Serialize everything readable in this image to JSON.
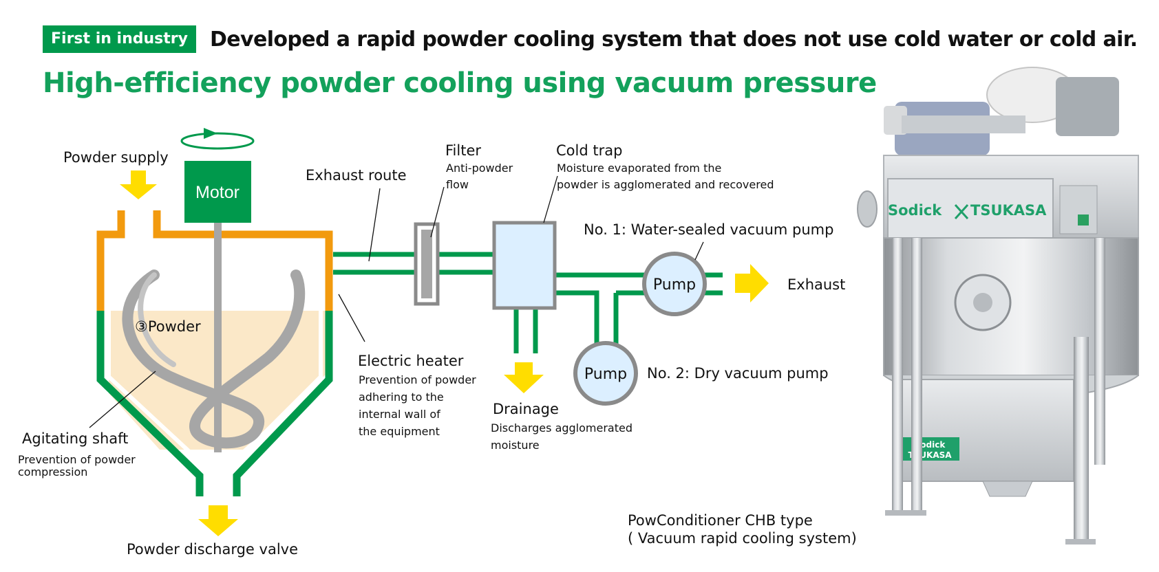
{
  "header": {
    "badge": "First in industry",
    "headline": "Developed a rapid powder cooling system that does not use cold water or cold air."
  },
  "subtitle": "High-efficiency powder cooling using vacuum pressure",
  "diagram": {
    "powder_supply": "Powder supply",
    "motor": "Motor",
    "powder": "③Powder",
    "agitating_shaft": {
      "title": "Agitating shaft",
      "desc_lines": [
        "Prevention of powder",
        "compression"
      ]
    },
    "powder_discharge_valve": "Powder discharge valve",
    "exhaust_route": "Exhaust route",
    "filter": {
      "title": "Filter",
      "desc_lines": [
        "Anti-powder",
        "flow"
      ]
    },
    "cold_trap": {
      "title": "Cold trap",
      "desc_lines": [
        "Moisture evaporated from the",
        "powder is agglomerated and recovered"
      ]
    },
    "electric_heater": {
      "title": "Electric heater",
      "desc_lines": [
        "Prevention of powder",
        "adhering to the",
        "internal wall of",
        "the equipment"
      ]
    },
    "drainage": {
      "title": "Drainage",
      "desc_lines": [
        "Discharges agglomerated",
        "moisture"
      ]
    },
    "pump1_label": "No. 1: Water-sealed vacuum pump",
    "pump2_label": "No. 2: Dry vacuum pump",
    "pump1_text": "Pump",
    "pump2_text": "Pump",
    "exhaust": "Exhaust"
  },
  "product": {
    "caption_line1": "PowConditioner CHB type",
    "caption_line2": "( Vacuum rapid cooling system)",
    "logo_left": "Sodick",
    "logo_right": "TSUKASA"
  },
  "colors": {
    "green": "#00994c",
    "title_green": "#13a15b",
    "orange": "#f29a0e",
    "yellow_arrow": "#ffdd00",
    "gray_shaft": "#a6a6a6",
    "powder_fill": "#fbe8c8",
    "light_blue": "#dcefff",
    "text": "#111111"
  }
}
